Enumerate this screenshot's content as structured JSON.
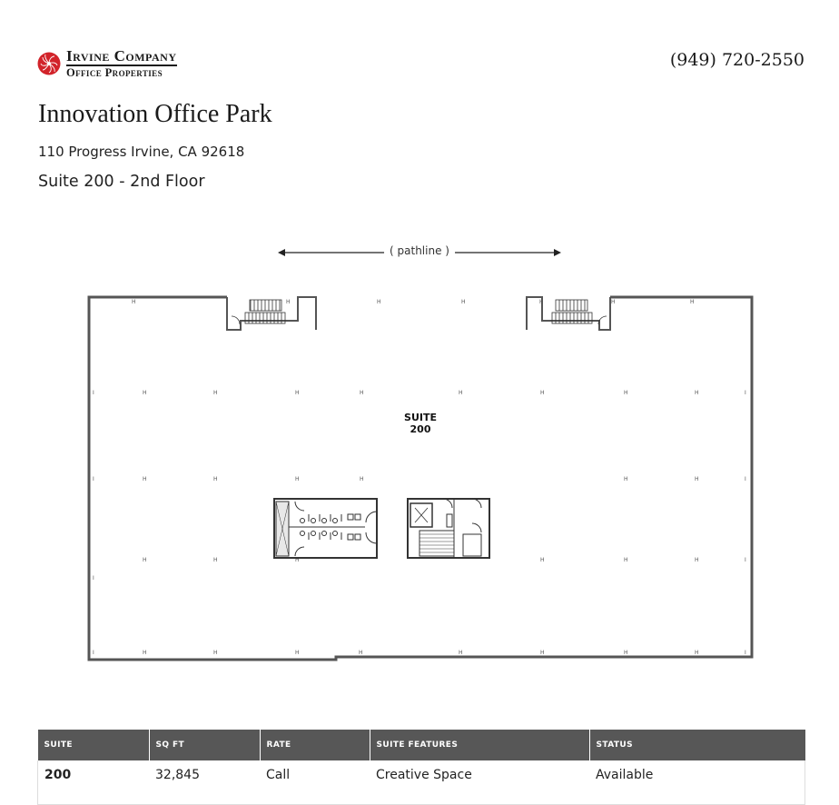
{
  "header": {
    "logo": {
      "line1": "Irvine Company",
      "line2": "Office Properties",
      "mark_color": "#d2232a"
    },
    "phone": "(949) 720-2550"
  },
  "property": {
    "name": "Innovation Office Park",
    "address": "110 Progress Irvine, CA 92618",
    "suite_floor": "Suite 200 - 2nd Floor"
  },
  "floorplan": {
    "pathline_label": "( pathline )",
    "suite_label_line1": "SUITE",
    "suite_label_line2": "200"
  },
  "table": {
    "columns": [
      "SUITE",
      "SQ FT",
      "RATE",
      "SUITE FEATURES",
      "STATUS"
    ],
    "rows": [
      {
        "suite": "200",
        "sqft": "32,845",
        "rate": "Call",
        "features": "Creative Space",
        "status": "Available"
      }
    ],
    "header_color": "#575757"
  }
}
